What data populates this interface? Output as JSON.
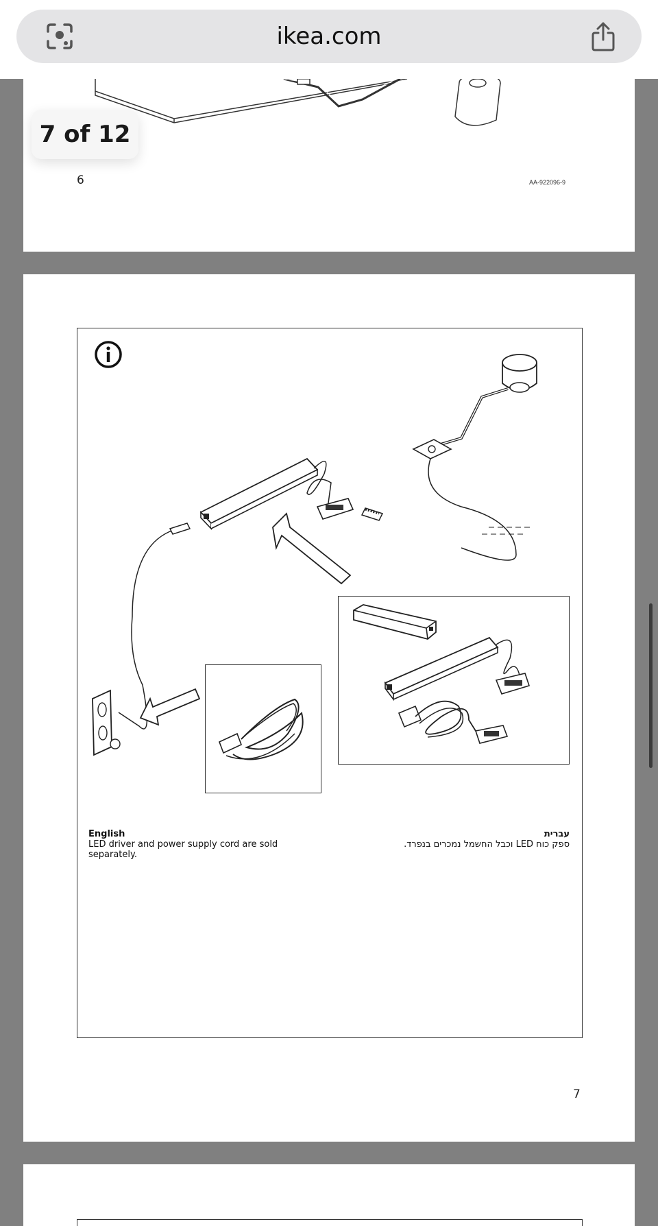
{
  "browser": {
    "url": "ikea.com",
    "lens_icon": "camera-lens-icon",
    "share_icon": "share-icon"
  },
  "viewer": {
    "page_counter": "7 of 12"
  },
  "page6": {
    "page_number": "6",
    "doc_code": "AA-922096-9"
  },
  "page7": {
    "info_icon": "info-icon",
    "english_heading": "English",
    "english_text": "LED driver and power supply cord are sold separately.",
    "hebrew_heading": "עברית",
    "hebrew_text": "ספק כוח LED וכבל החשמל נמכרים בנפרד.",
    "page_number": "7"
  }
}
